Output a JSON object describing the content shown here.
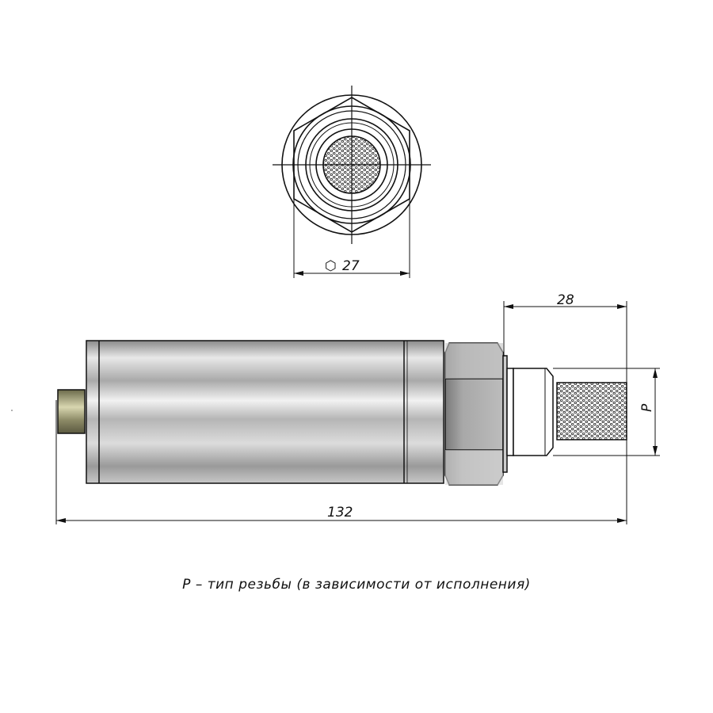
{
  "drawing": {
    "hex_dimension_symbol": "⬡",
    "hex_dimension": "27",
    "fitting_length": "28",
    "thread_label": "P",
    "overall_length": "132",
    "caption": "P –  тип резьбы (в зависимости от исполнения)"
  }
}
